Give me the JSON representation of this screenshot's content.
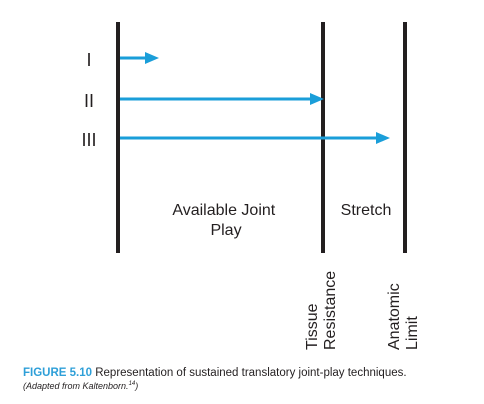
{
  "diagram": {
    "grade_labels": [
      "I",
      "II",
      "III"
    ],
    "region_left_label": [
      "Available Joint",
      "Play"
    ],
    "region_right_label": "Stretch",
    "barrier_1_label": [
      "Tissue",
      "Resistance"
    ],
    "barrier_2_label": [
      "Anatomic",
      "Limit"
    ],
    "arrow_color": "#1a9ed9",
    "line_color": "#231f20"
  },
  "caption": {
    "figure_label": "FIGURE 5.10",
    "text": "Representation of sustained translatory joint-play techniques.",
    "source": "(Adapted from Kaltenborn.",
    "source_ref": "14",
    "source_end": ")"
  }
}
